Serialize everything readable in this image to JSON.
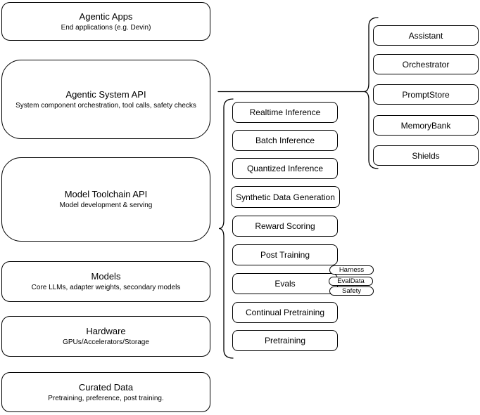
{
  "diagram": {
    "left_stack": [
      {
        "title": "Agentic Apps",
        "subtitle": "End applications (e.g. Devin)"
      },
      {
        "title": "Agentic System API",
        "subtitle": "System component orchestration, tool calls, safety checks"
      },
      {
        "title": "Model Toolchain API",
        "subtitle": "Model development & serving"
      },
      {
        "title": "Models",
        "subtitle": "Core LLMs, adapter weights, secondary models"
      },
      {
        "title": "Hardware",
        "subtitle": "GPUs/Accelerators/Storage"
      },
      {
        "title": "Curated Data",
        "subtitle": "Pretraining, preference, post training."
      }
    ],
    "toolchain_services": [
      "Realtime Inference",
      "Batch Inference",
      "Quantized Inference",
      "Synthetic Data Generation",
      "Reward Scoring",
      "Post Training",
      "Evals",
      "Continual Pretraining",
      "Pretraining"
    ],
    "eval_tags": [
      "Harness",
      "EvalData",
      "Safety"
    ],
    "system_components": [
      "Assistant",
      "Orchestrator",
      "PromptStore",
      "MemoryBank",
      "Shields"
    ],
    "colors": {
      "stroke": "#000000",
      "background": "#ffffff",
      "text": "#000000"
    }
  }
}
